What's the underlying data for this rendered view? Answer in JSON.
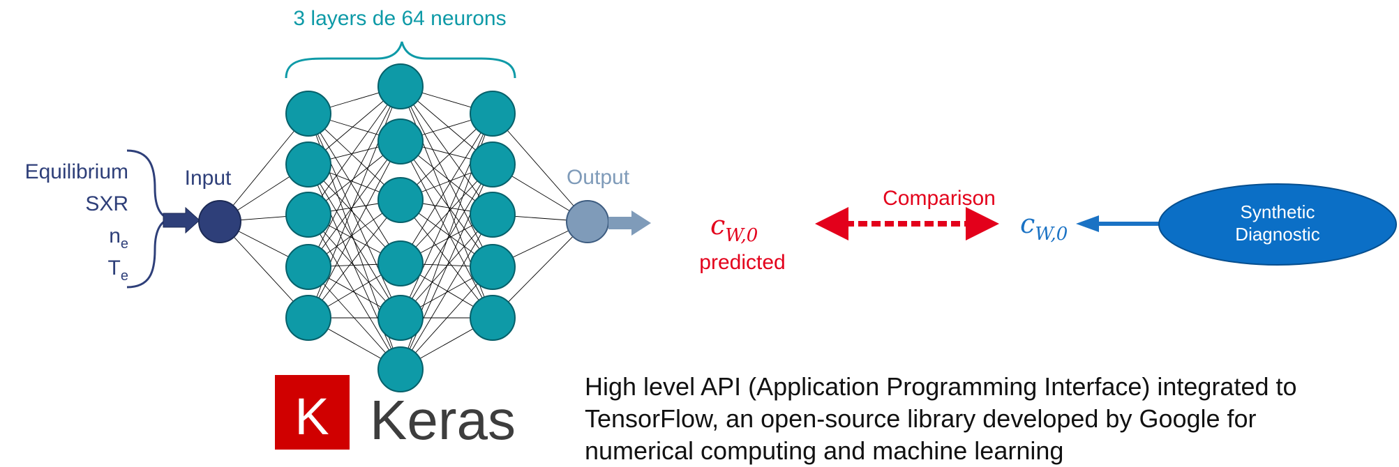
{
  "layers_label": "3 layers de 64 neurons",
  "inputs": {
    "label": "Input",
    "features": [
      "Equilibrium",
      "SXR",
      "n",
      "T"
    ],
    "feature_subscripts": [
      "",
      "",
      "e",
      "e"
    ]
  },
  "output": {
    "label": "Output"
  },
  "predicted": {
    "symbol": "c",
    "subscript": "W,0",
    "caption": "predicted"
  },
  "comparison": {
    "label": "Comparison"
  },
  "target": {
    "symbol": "c",
    "subscript": "W,0"
  },
  "synthetic_diagnostic": {
    "line1": "Synthetic",
    "line2": "Diagnostic"
  },
  "logo": {
    "letter": "K",
    "name": "Keras"
  },
  "description": [
    "High level API (Application Programming Interface) integrated to",
    "TensorFlow, an open-source library developed by Google for",
    "numerical computing and machine learning"
  ],
  "colors": {
    "teal": "#0e9aa7",
    "navy": "#2e3f79",
    "output_gray": "#7f9bb9",
    "red": "#e3001b",
    "blue": "#1a72c4",
    "ellipse": "#0b6fc6",
    "keras_red": "#d00000",
    "keras_text": "#3d3d3d"
  }
}
